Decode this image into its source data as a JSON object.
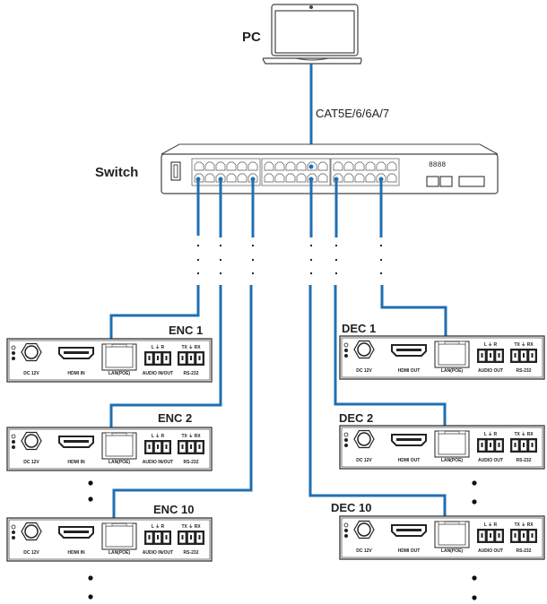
{
  "colors": {
    "cable": "#1f6fb2",
    "outline": "#222222"
  },
  "pc": {
    "label": "PC"
  },
  "cable_label": "CAT5E/6/6A/7",
  "switch": {
    "label": "Switch"
  },
  "encoders": [
    {
      "label": "ENC 1",
      "ports": {
        "power": "DC 12V",
        "hdmi": "HDMI IN",
        "lan": "LAN(POE)",
        "audio": "AUDIO IN/OUT",
        "audio_pins": "L ⏚ R",
        "serial": "RS-232",
        "serial_pins": "TX ⏚ RX"
      }
    },
    {
      "label": "ENC 2",
      "ports": {
        "power": "DC 12V",
        "hdmi": "HDMI IN",
        "lan": "LAN(POE)",
        "audio": "AUDIO IN/OUT",
        "audio_pins": "L ⏚ R",
        "serial": "RS-232",
        "serial_pins": "TX ⏚ RX"
      }
    },
    {
      "label": "ENC 10",
      "ports": {
        "power": "DC 12V",
        "hdmi": "HDMI IN",
        "lan": "LAN(POE)",
        "audio": "AUDIO IN/OUT",
        "audio_pins": "L ⏚ R",
        "serial": "RS-232",
        "serial_pins": "TX ⏚ RX"
      }
    }
  ],
  "decoders": [
    {
      "label": "DEC 1",
      "ports": {
        "power": "DC 12V",
        "hdmi": "HDMI OUT",
        "lan": "LAN(POE)",
        "audio": "AUDIO OUT",
        "audio_pins": "L ⏚ R",
        "serial": "RS-232",
        "serial_pins": "TX ⏚ RX"
      }
    },
    {
      "label": "DEC 2",
      "ports": {
        "power": "DC 12V",
        "hdmi": "HDMI OUT",
        "lan": "LAN(POE)",
        "audio": "AUDIO OUT",
        "audio_pins": "L ⏚ R",
        "serial": "RS-232",
        "serial_pins": "TX ⏚ RX"
      }
    },
    {
      "label": "DEC 10",
      "ports": {
        "power": "DC 12V",
        "hdmi": "HDMI OUT",
        "lan": "LAN(POE)",
        "audio": "AUDIO OUT",
        "audio_pins": "L ⏚ R",
        "serial": "RS-232",
        "serial_pins": "TX ⏚ RX"
      }
    }
  ]
}
